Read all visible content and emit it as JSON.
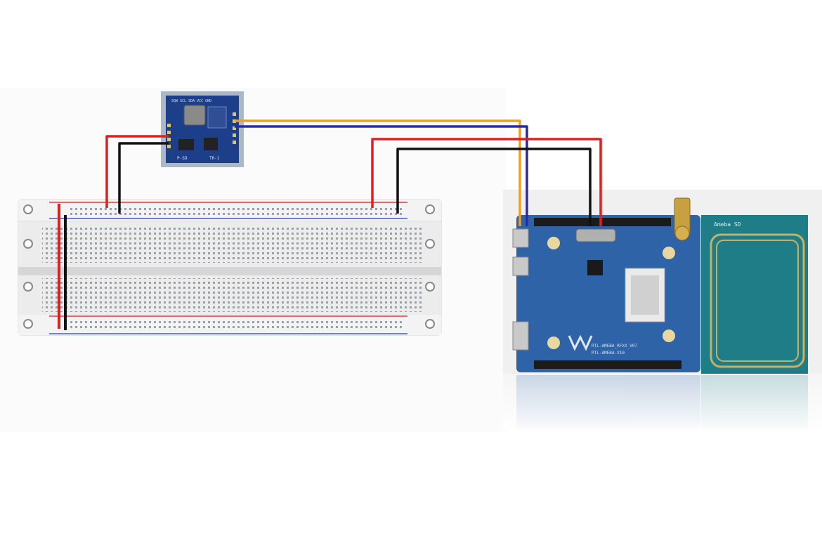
{
  "module_labels": {
    "rtc_top": "SQW SCL SDA VCC GND",
    "rtc_bottom_left": "P-SD",
    "rtc_bottom_right": "TR-1"
  },
  "board_labels": {
    "antenna_tag": "Ameba SD",
    "silk_line_1": "RTL-AMEBA_RFXX_V07",
    "silk_line_2": "RTL-AMEBA-V10"
  },
  "wire_colors": {
    "red": "#e02020",
    "black": "#111111",
    "orange": "#f0a020",
    "blue": "#2a2aa8"
  },
  "connections": [
    {
      "from": "RTC VCC",
      "to": "breadboard + rail",
      "color": "red"
    },
    {
      "from": "RTC GND",
      "to": "breadboard - rail",
      "color": "black"
    },
    {
      "from": "RTC SCL",
      "to": "Ameba board header",
      "color": "orange"
    },
    {
      "from": "RTC SDA",
      "to": "Ameba board header",
      "color": "blue"
    },
    {
      "from": "breadboard + rail",
      "to": "Ameba board 3V3",
      "color": "red"
    },
    {
      "from": "breadboard - rail",
      "to": "Ameba board GND",
      "color": "black"
    }
  ]
}
